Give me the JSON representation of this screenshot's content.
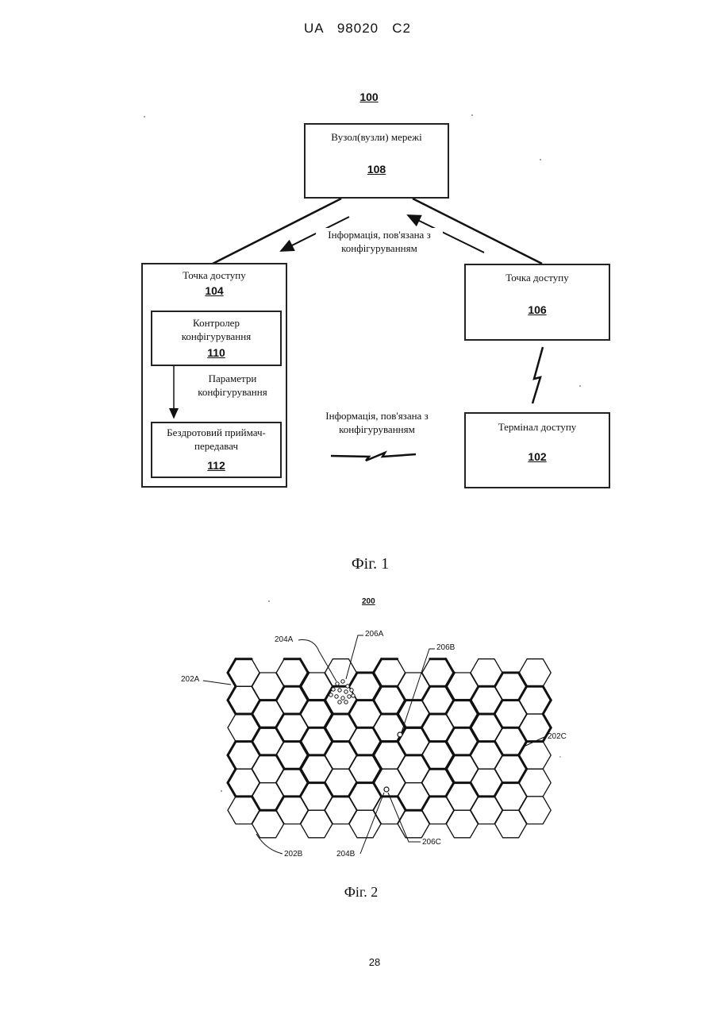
{
  "header": {
    "patent_id": "UA   98020   C2"
  },
  "fig1": {
    "ref": "100",
    "network_node": {
      "label": "Вузол(вузли) мережі",
      "num": "108"
    },
    "top_info": "Інформація, пов'язана з конфігуруванням",
    "ap104": {
      "label": "Точка доступу",
      "num": "104"
    },
    "controller": {
      "label": "Контролер конфігурування",
      "num": "110"
    },
    "params": "Параметри конфігурування",
    "transceiver": {
      "label": "Бездротовий приймач-передавач",
      "num": "112"
    },
    "ap106": {
      "label": "Точка доступу",
      "num": "106"
    },
    "bottom_info": "Інформація, пов'язана з конфігуруванням",
    "terminal": {
      "label": "Термінал доступу",
      "num": "102"
    },
    "caption": "Фіг. 1"
  },
  "fig2": {
    "ref": "200",
    "labels": {
      "l204A": "204A",
      "l206A": "206A",
      "l206B": "206B",
      "l202A": "202A",
      "l202C": "202C",
      "l202B": "202B",
      "l204B": "204B",
      "l206C": "206C"
    },
    "caption": "Фіг. 2"
  },
  "page_number": "28"
}
